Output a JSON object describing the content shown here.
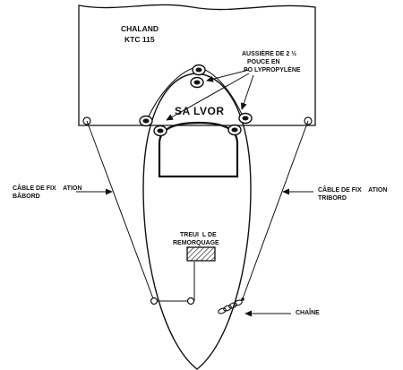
{
  "barge": {
    "name_line1": "CHALAND",
    "name_line2": "KTC 115"
  },
  "hawser": {
    "line1": "AUSSIÈRE DE 2 ½",
    "line2": "POUCE EN",
    "line3": "PO LYPROPYLÈNE"
  },
  "vessel": {
    "name": "SA LVOR"
  },
  "port_cable": {
    "line1": "CÂBLE DE FIX    ATION",
    "line2": "BÂBORD"
  },
  "starboard_cable": {
    "line1": "CÂBLE DE FIX    ATION",
    "line2": "TRIBORD"
  },
  "winch": {
    "line1": "TREUI  L DE",
    "line2": "REMORQUAGE"
  },
  "chain": {
    "label": "CHAÎNE"
  }
}
